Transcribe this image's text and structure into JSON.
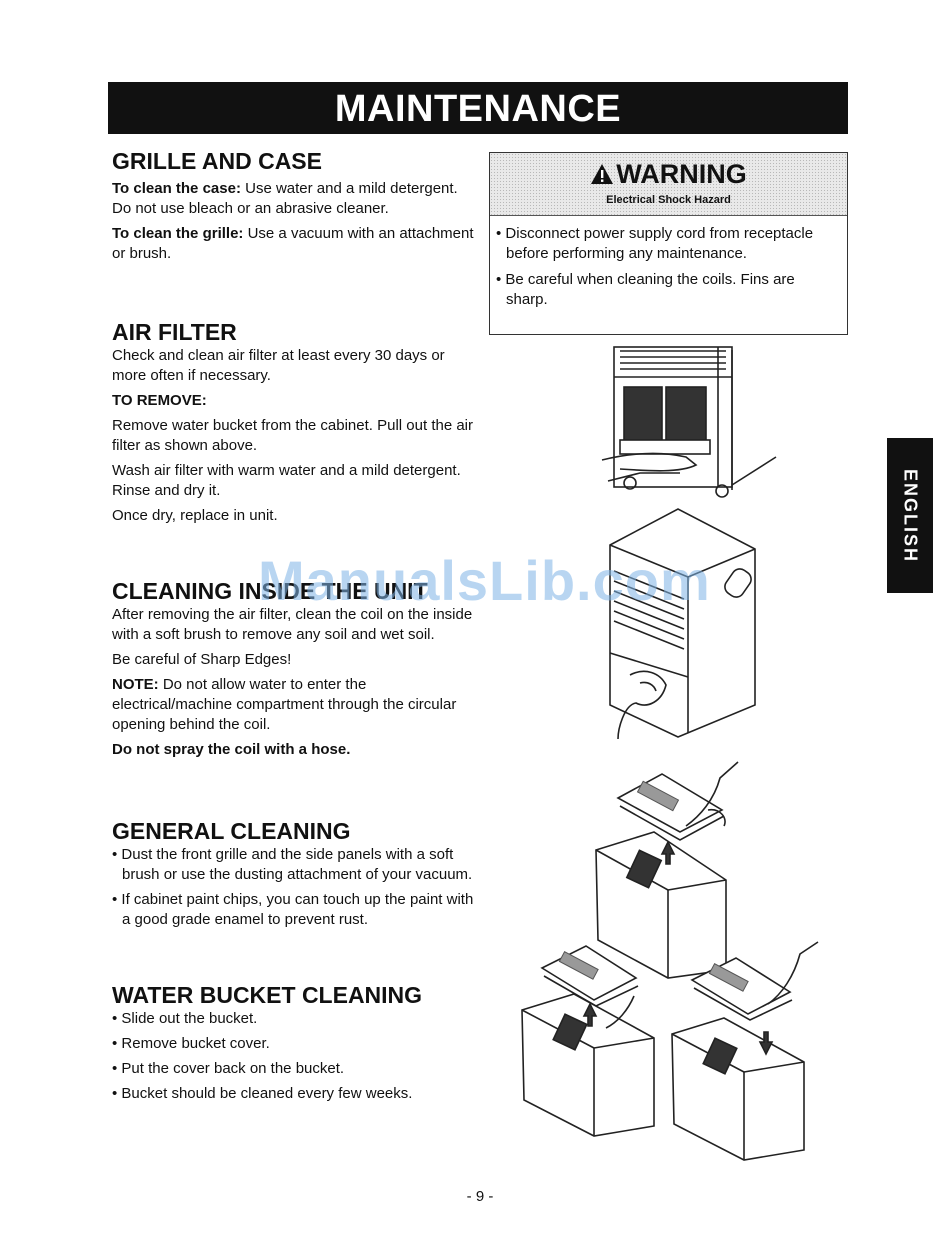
{
  "page": {
    "banner": "MAINTENANCE",
    "side_tab": "ENGLISH",
    "page_number": "- 9 -",
    "watermark": "ManualsLib.com"
  },
  "warning": {
    "title": "WARNING",
    "subtitle": "Electrical Shock Hazard",
    "items": [
      "Disconnect power supply cord from receptacle before performing any maintenance.",
      "Be careful when cleaning the coils. Fins are sharp."
    ]
  },
  "sections": {
    "grille": {
      "heading": "GRILLE AND CASE",
      "case_label": "To clean the case:",
      "case_text": " Use water and a mild detergent. Do not use bleach or an abrasive cleaner.",
      "grille_label": "To clean the grille:",
      "grille_text": " Use a vacuum with an attachment or brush."
    },
    "air_filter": {
      "heading": "AIR FILTER",
      "intro": "Check and clean air filter at least every 30 days or more often if necessary.",
      "remove_label": "TO REMOVE:",
      "steps": [
        "Remove water bucket from the cabinet. Pull out the air filter as shown above.",
        "Wash air filter with warm water and a mild detergent. Rinse and dry it.",
        "Once dry, replace in unit."
      ]
    },
    "inside": {
      "heading": "CLEANING INSIDE THE UNIT",
      "text1": "After removing the air filter, clean the coil on the inside with a soft brush to remove any soil and wet soil.",
      "text2": "Be careful of Sharp Edges!",
      "note_label": "NOTE:",
      "note_text": " Do not allow water to enter the electrical/machine compartment through the circular opening behind the coil.",
      "warning_text": "Do not spray the coil with a hose."
    },
    "general": {
      "heading": "GENERAL CLEANING",
      "items": [
        "Dust the front grille and the side panels with a soft brush or use the dusting attachment of your vacuum.",
        "If cabinet paint chips, you can touch up the paint with a good grade enamel to prevent rust."
      ]
    },
    "bucket": {
      "heading": "WATER BUCKET CLEANING",
      "items": [
        "Slide out the bucket.",
        "Remove bucket cover.",
        "Put the cover back on the bucket.",
        "Bucket should be cleaned every few weeks."
      ]
    }
  }
}
